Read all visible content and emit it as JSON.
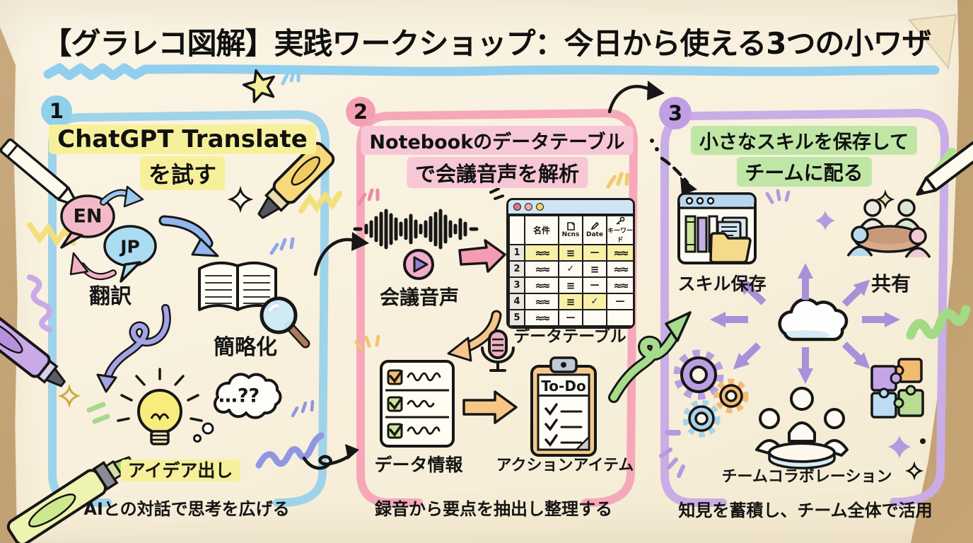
{
  "title": "【グラレコ図解】実践ワークショップ：今日から使える3つの小ワザ",
  "panels": [
    {
      "number": "1",
      "heading": [
        "ChatGPT Translate",
        "を試す"
      ],
      "accent_color": "#9fd3ea",
      "highlight_color": "#f7f09b",
      "labels": {
        "en_bubble": "EN",
        "jp_bubble": "JP",
        "translate": "翻訳",
        "simplify": "簡略化",
        "thought": "…??",
        "ideation": "アイデア出し"
      },
      "caption": "AIとの対話で思考を広げる"
    },
    {
      "number": "2",
      "heading": [
        "Notebookのデータテーブル",
        "で会議音声を解析"
      ],
      "accent_color": "#f6a8ba",
      "highlight_color": "#f8c7d6",
      "labels": {
        "audio": "会議音声",
        "table": "データテーブル",
        "data_info": "データ情報",
        "todo": "To-Do",
        "action_items": "アクションアイテム"
      },
      "table": {
        "headers": [
          "名件",
          "Ncns",
          "Date",
          "キーワード"
        ],
        "rows": [
          {
            "num": "1",
            "cells": [
              "sq",
              "eq",
              "da",
              "sq"
            ],
            "hl": [
              1,
              1,
              1,
              1
            ]
          },
          {
            "num": "2",
            "cells": [
              "sq",
              "ck",
              "eq",
              "sq"
            ],
            "hl": [
              0,
              0,
              0,
              0
            ]
          },
          {
            "num": "3",
            "cells": [
              "sq",
              "eq",
              "da",
              "sq"
            ],
            "hl": [
              0,
              0,
              0,
              0
            ]
          },
          {
            "num": "4",
            "cells": [
              "sq",
              "eq",
              "ck",
              "da"
            ],
            "hl": [
              0,
              1,
              1,
              0
            ]
          },
          {
            "num": "5",
            "cells": [
              "sq",
              "da",
              "",
              ""
            ],
            "hl": [
              0,
              0,
              0,
              0
            ]
          }
        ]
      },
      "caption": "録音から要点を抽出し整理する"
    },
    {
      "number": "3",
      "heading": [
        "小さなスキルを保存して",
        "チームに配る"
      ],
      "accent_color": "#c9ade6",
      "highlight_color": "#bfe6a5",
      "labels": {
        "skill_save": "スキル保存",
        "share": "共有",
        "team_collab": "チームコラボレーション"
      },
      "caption": "知見を蓄積し、チーム全体で活用"
    }
  ],
  "icons": {
    "table_header_icons": [
      "note-icon",
      "pencil-icon",
      "key-icon"
    ],
    "doodles": [
      "pencil-icon",
      "marker-icon",
      "highlighter-icon",
      "star-icon",
      "sparkle-icon",
      "speech-bubble-icon",
      "book-magnifier-icon",
      "lightbulb-icon",
      "thought-cloud-icon",
      "waveform-icon",
      "play-button-icon",
      "microphone-icon",
      "checklist-icon",
      "clipboard-icon",
      "browser-books-folder-icon",
      "people-table-icon",
      "cloud-icon",
      "gears-icon",
      "puzzle-icon"
    ]
  },
  "colors": {
    "paper": "#f8f0dc",
    "kraft_background": "#c3a274",
    "title_underline": "#85cbee",
    "panel1_border": "#9fd3ea",
    "panel2_border": "#f6a8ba",
    "panel3_border": "#c9ade6",
    "yellow_highlight": "#f7f09b",
    "pink_highlight": "#f8c7d6",
    "green_highlight": "#bfe6a5"
  }
}
